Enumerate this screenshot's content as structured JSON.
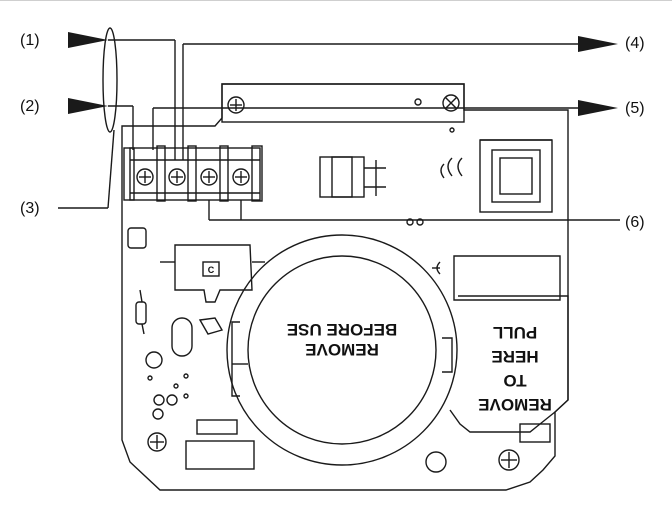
{
  "callouts": {
    "c1": "(1)",
    "c2": "(2)",
    "c3": "(3)",
    "c4": "(4)",
    "c5": "(5)",
    "c6": "(6)"
  },
  "board": {
    "relay_label": "C",
    "battery_line1": "REMOVE",
    "battery_line2": "BEFORE USE",
    "tab_line1": "REMOVE",
    "tab_line2": "TO",
    "tab_line3": "HERE",
    "tab_line4": "PULL"
  },
  "colors": {
    "line": "#1a1a1a",
    "background": "#ffffff"
  }
}
